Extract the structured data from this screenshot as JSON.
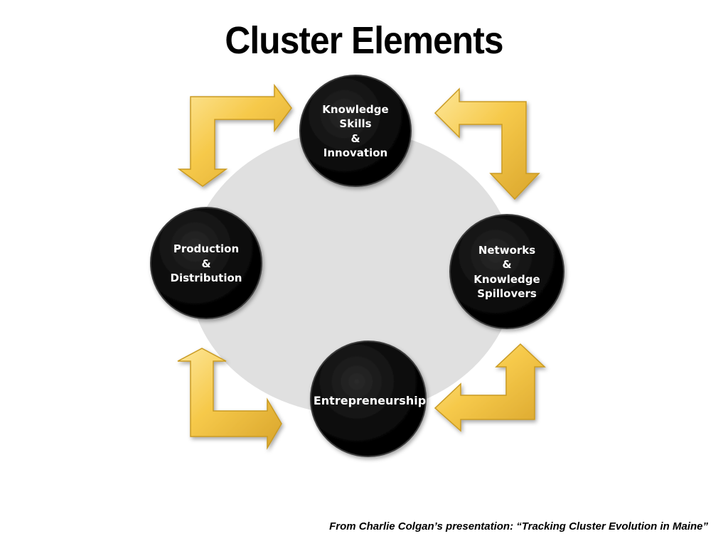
{
  "slide": {
    "title": "Cluster Elements",
    "caption": "From Charlie Colgan’s presentation: “Tracking Cluster Evolution in Maine”"
  },
  "colors": {
    "node_fill": "#0a0a0a",
    "background_ellipse": "#e0e0e0",
    "arrow_fill": "#f6c94a",
    "arrow_highlight": "#fde79a",
    "arrow_shadow": "#c99a22"
  },
  "nodes": [
    {
      "id": "knowledge",
      "lines": [
        "Knowledge",
        "Skills",
        "&",
        "Innovation"
      ]
    },
    {
      "id": "networks",
      "lines": [
        "Networks",
        "&",
        "Knowledge",
        "Spillovers"
      ]
    },
    {
      "id": "entrepreneurship",
      "lines": [
        "Entrepreneurship"
      ]
    },
    {
      "id": "production",
      "lines": [
        "Production",
        "&",
        "Distribution"
      ]
    }
  ],
  "arrows": [
    {
      "id": "top-left",
      "from": "production",
      "to": "knowledge"
    },
    {
      "id": "top-right",
      "from": "knowledge",
      "to": "networks"
    },
    {
      "id": "bottom-right",
      "from": "networks",
      "to": "entrepreneurship"
    },
    {
      "id": "bottom-left",
      "from": "entrepreneurship",
      "to": "production"
    }
  ]
}
